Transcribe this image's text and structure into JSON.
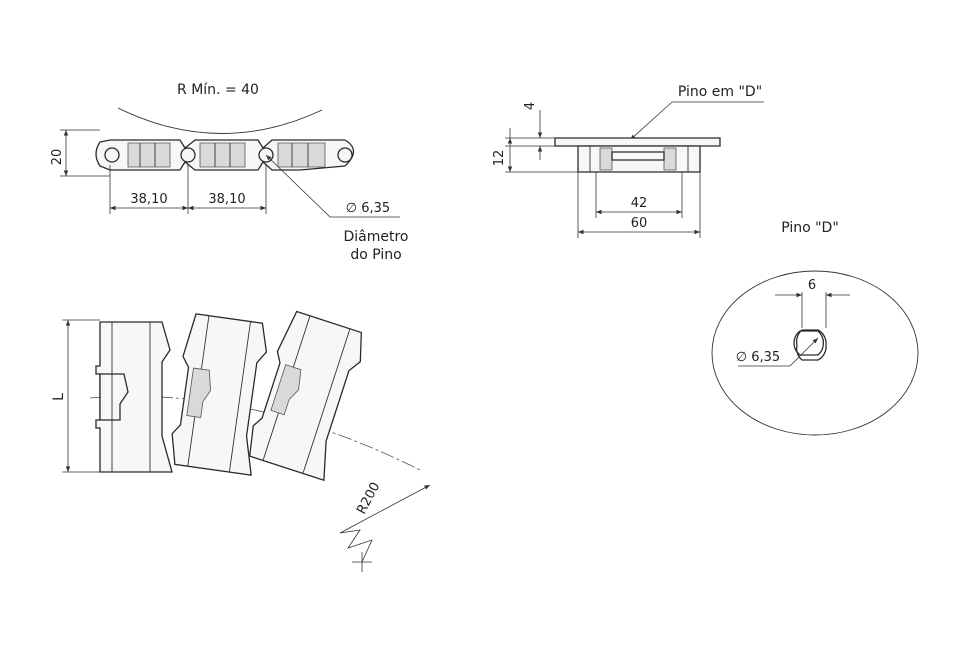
{
  "labels": {
    "radius_min": "R Mín. = 40",
    "height_20": "20",
    "pitch_1": "38,10",
    "pitch_2": "38,10",
    "pin_diameter": "∅ 6,35",
    "pin_label_line1": "Diâmetro",
    "pin_label_line2": "do Pino",
    "pin_d_callout": "Pino em \"D\"",
    "dim_4": "4",
    "dim_12": "12",
    "dim_42": "42",
    "dim_60": "60",
    "pin_d_title": "Pino \"D\"",
    "pin_d_width": "6",
    "pin_d_diameter": "∅ 6,35",
    "dim_L": "L",
    "radius_200": "R200"
  },
  "colors": {
    "line": "#2a2a2a",
    "fill": "#f7f7f7",
    "shade": "#d9d9d9"
  }
}
